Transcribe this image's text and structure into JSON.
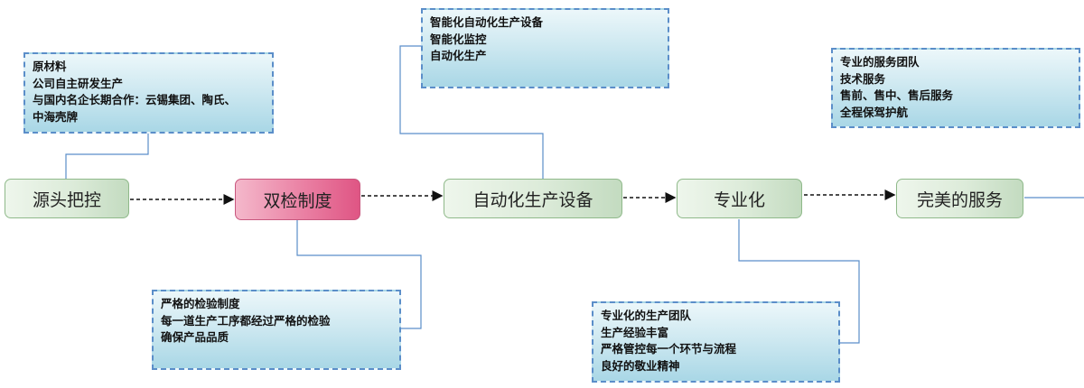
{
  "nodes": {
    "source_control": "源头把控",
    "double_inspection": "双检制度",
    "automated_equipment": "自动化生产设备",
    "specialization": "专业化",
    "perfect_service": "完美的服务"
  },
  "notes": {
    "raw_materials": [
      "原材料",
      "公司自主研发生产",
      "与国内名企长期合作：云锡集团、陶氏、",
      "中海壳牌"
    ],
    "inspection": [
      "严格的检验制度",
      "每一道生产工序都经过严格的检验",
      "确保产品品质"
    ],
    "equipment": [
      "智能化自动化生产设备",
      "智能化监控",
      "自动化生产"
    ],
    "team": [
      "专业化的生产团队",
      "生产经验丰富",
      "严格管控每一个环节与流程",
      "良好的敬业精神"
    ],
    "service": [
      "专业的服务团队",
      "技术服务",
      "售前、售中、售后服务",
      "全程保驾护航"
    ]
  }
}
